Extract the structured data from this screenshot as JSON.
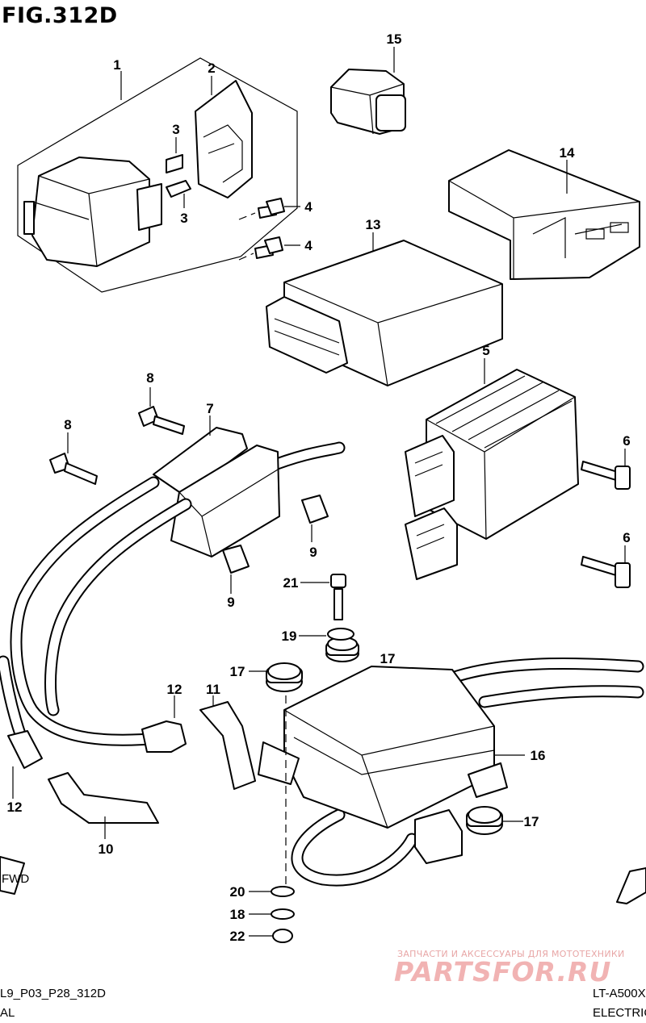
{
  "figure": {
    "title": "FIG.312D",
    "footer_left_code": "L9_P03_P28_312D",
    "footer_left_sub": "AL",
    "footer_right_model": "LT-A500X",
    "footer_right_sub": "ELECTRICA",
    "fwd_label": "FWD"
  },
  "watermark": {
    "line1": "ЗАПЧАСТИ И АКСЕССУАРЫ ДЛЯ МОТОТЕХНИКИ",
    "line2": "PARTSFOR.RU"
  },
  "callouts": [
    "1",
    "2",
    "3",
    "3",
    "4",
    "4",
    "5",
    "6",
    "6",
    "7",
    "8",
    "8",
    "9",
    "9",
    "10",
    "11",
    "12",
    "12",
    "13",
    "14",
    "15",
    "16",
    "17",
    "17",
    "17",
    "18",
    "19",
    "20",
    "21",
    "22"
  ],
  "colors": {
    "line": "#000000",
    "background": "#ffffff",
    "watermark": "#f1b3b3"
  }
}
